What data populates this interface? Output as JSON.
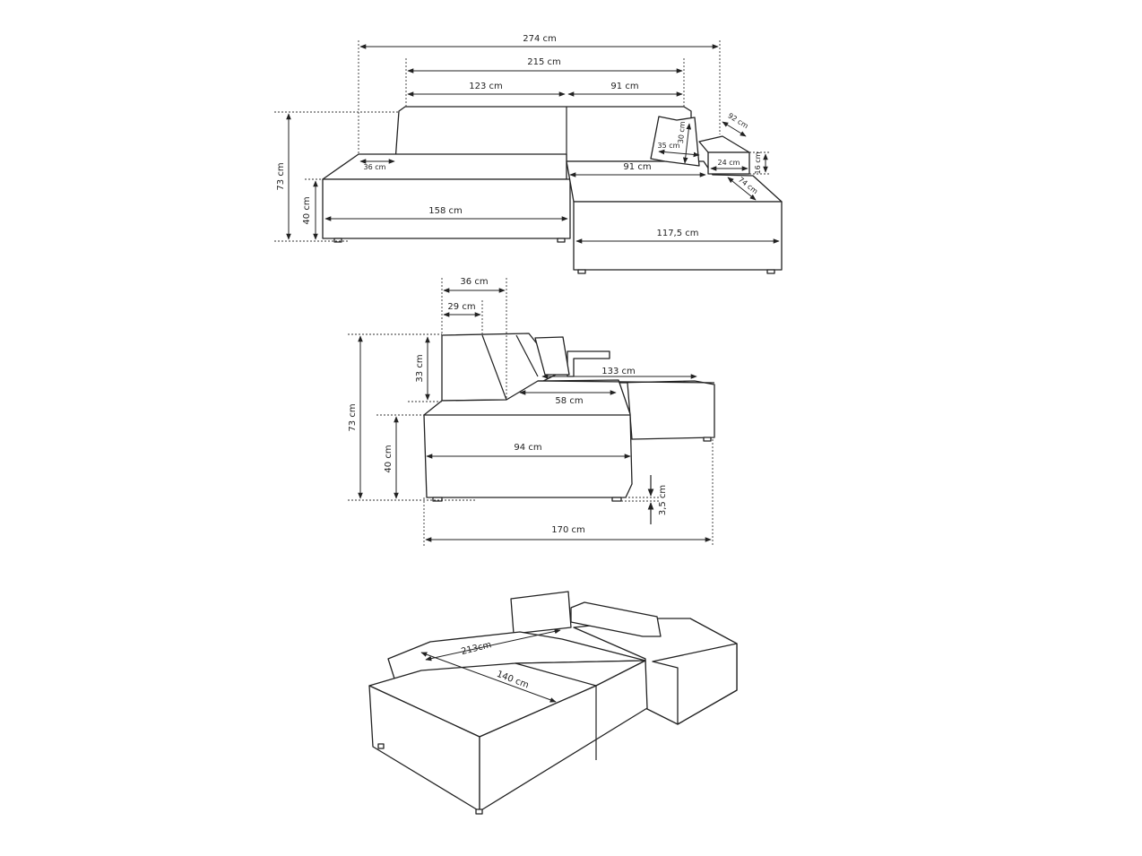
{
  "front_view": {
    "total_width": "274 cm",
    "back_width": "215 cm",
    "back_left": "123 cm",
    "back_right": "91 cm",
    "armrest_depth": "36 cm",
    "total_height": "73 cm",
    "seat_height": "40 cm",
    "seat_width": "158 cm",
    "chaise_inner": "91 cm",
    "chaise_width": "117,5 cm",
    "pillow_height": "30 cm",
    "pillow_width": "35 cm",
    "armrest_length": "92 cm",
    "armrest_width": "24 cm",
    "armrest_height": "16 cm",
    "armrest_side": "74 cm"
  },
  "side_view": {
    "back_depth": "36 cm",
    "back_top": "29 cm",
    "back_height": "33 cm",
    "total_height": "73 cm",
    "seat_height": "40 cm",
    "seat_depth": "58 cm",
    "chaise_length": "133 cm",
    "base_depth": "94 cm",
    "leg_height": "3,5 cm",
    "total_depth": "170 cm"
  },
  "bed_view": {
    "bed_length": "213cm",
    "bed_width": "140 cm"
  }
}
